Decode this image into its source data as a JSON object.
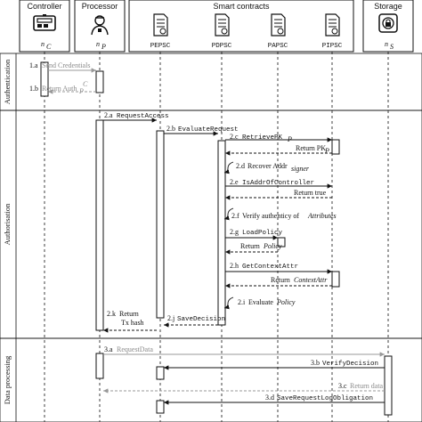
{
  "header": {
    "controller": {
      "title": "Controller",
      "sub": "n",
      "subscript": "C"
    },
    "processor": {
      "title": "Processor",
      "sub": "n",
      "subscript": "P"
    },
    "contracts": {
      "title": "Smart contracts",
      "items": [
        "PEPSC",
        "PDPSC",
        "PAPSC",
        "PIPSC"
      ]
    },
    "storage": {
      "title": "Storage",
      "sub": "n",
      "subscript": "S"
    }
  },
  "sections": {
    "authentication": "Authentication",
    "authorisation": "Authorisation",
    "data_processing": "Data processing"
  },
  "messages": {
    "m1a_num": "1.a",
    "m1a": "Send Credentials",
    "m1b_num": "1.b",
    "m1b": "Return Auth",
    "m1b_sub": "P",
    "m1b_sup": "C",
    "m2a_num": "2.a",
    "m2a": "RequestAccess",
    "m2b_num": "2.b",
    "m2b": "EvaluateRequest",
    "m2c_num": "2.c",
    "m2c": "RetrievePK",
    "m2c_sub": "P",
    "ret_pk": "Return PK",
    "ret_pk_sub": "P",
    "m2d_num": "2.d",
    "m2d": "Recover Addr",
    "m2d_sub": "signer",
    "m2e_num": "2.e",
    "m2e": "IsAddrOfController",
    "ret_true": "Return true",
    "m2f_num": "2.f",
    "m2f": "Verify authenticy of",
    "m2f_attr": "Attributes",
    "m2g_num": "2.g",
    "m2g": "LoadPolicy",
    "ret_policy": "Return",
    "ret_policy_it": "Policy",
    "m2h_num": "2.h",
    "m2h": "GetContextAttr",
    "ret_ctx": "Return",
    "ret_ctx_it": "ContextAttr",
    "m2i_num": "2.i",
    "m2i": "Evaluate",
    "m2i_it": "Policy",
    "m2j_num": "2.j",
    "m2j": "SaveDecision",
    "m2k_num": "2.k",
    "m2k_1": "Return",
    "m2k_2": "Tx hash",
    "m3a_num": "3.a",
    "m3a": "RequestData",
    "m3b_num": "3.b",
    "m3b": "VerifyDecision",
    "m3c_num": "3.c",
    "m3c": "Return data",
    "m3d_num": "3.d",
    "m3d": "SaveRequestLogObligation"
  },
  "icons": {
    "controller": "server-icon",
    "processor": "person-icon",
    "contract": "contract-document-icon",
    "storage": "database-lock-icon"
  },
  "colors": {
    "line": "#111111",
    "grey_text": "#8a8a8a",
    "grey_arrow": "#9a9a9a"
  }
}
